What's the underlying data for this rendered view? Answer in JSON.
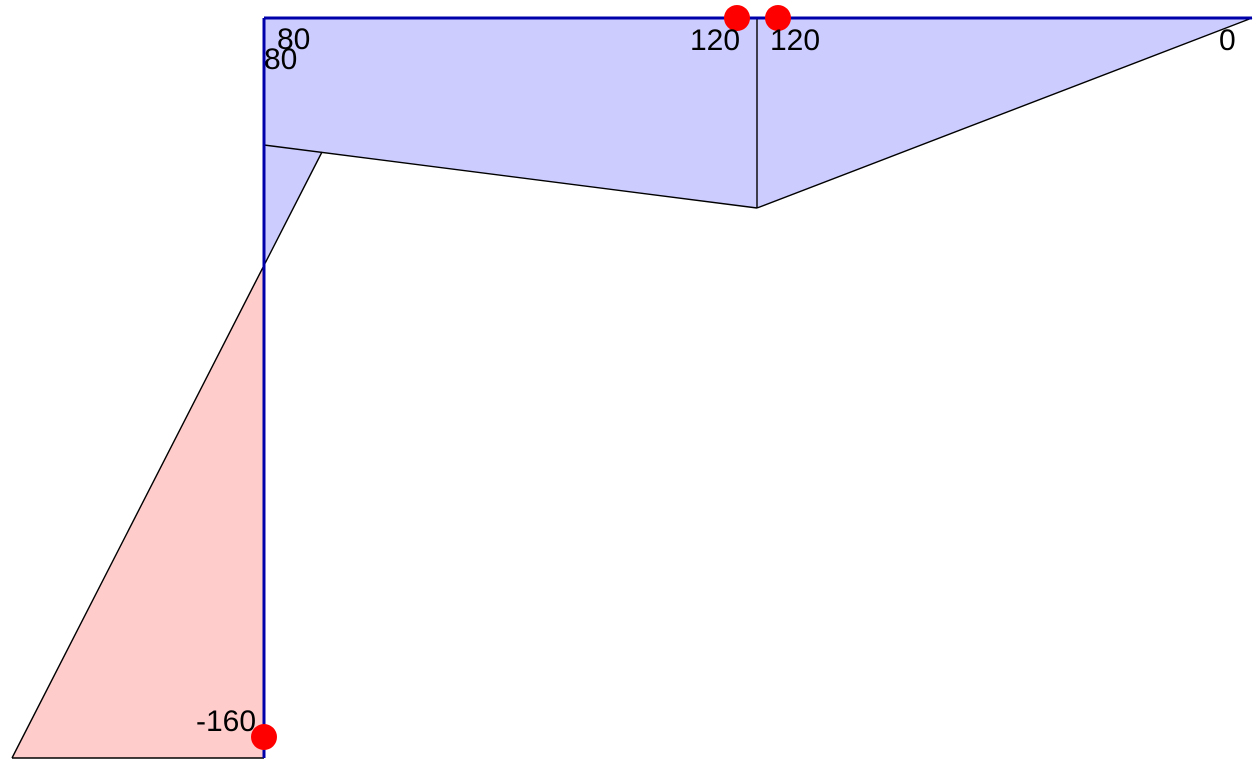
{
  "colors": {
    "positive_fill": "#ccccff",
    "negative_fill": "#ffcccc",
    "member": "#0000aa",
    "outline": "#000000",
    "hinge": "#ff0000"
  },
  "values": {
    "column_top_a": "80",
    "column_top_b": "80",
    "beam_left_end": "120",
    "beam_right_start": "120",
    "beam_right_end": "0",
    "column_base": "-160"
  }
}
